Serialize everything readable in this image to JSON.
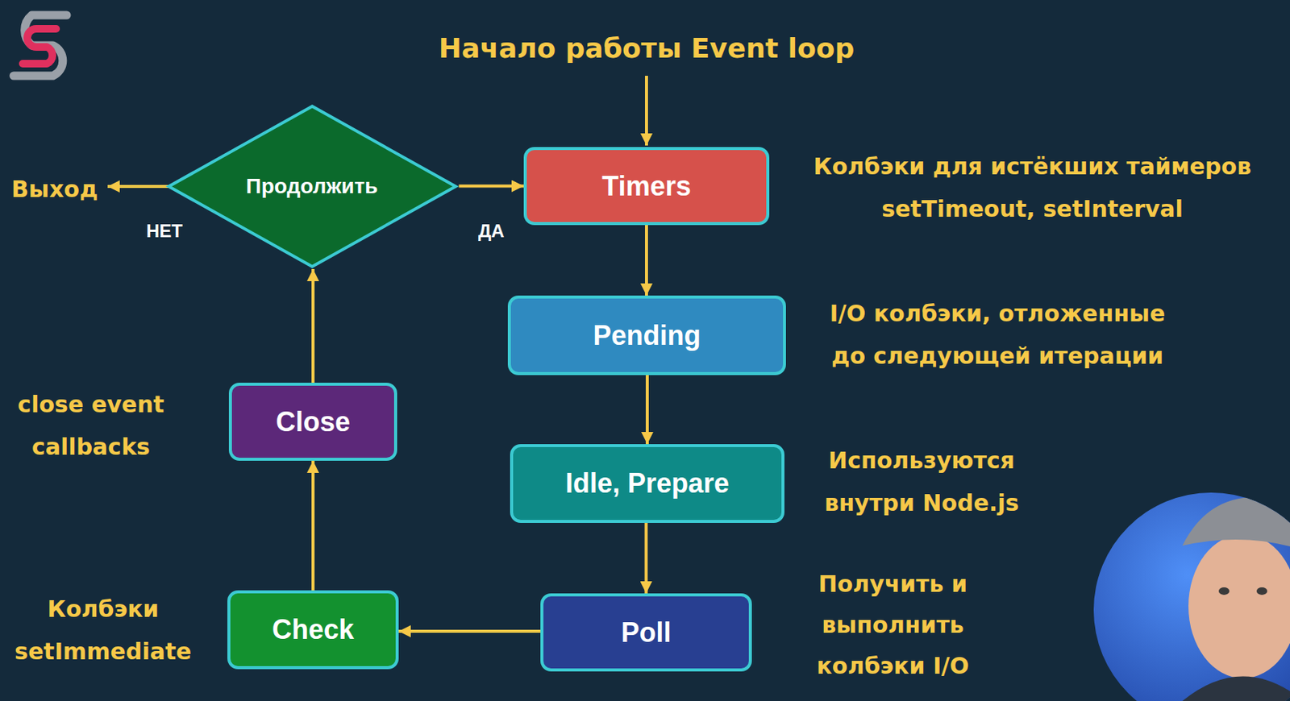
{
  "diagram": {
    "title": "Начало работы Event loop",
    "nodes": [
      {
        "text": [
          "Timers"
        ]
      },
      {
        "text": [
          "Pending"
        ]
      },
      {
        "text": [
          "Idle, Prepare"
        ]
      },
      {
        "text": [
          "Poll"
        ]
      },
      {
        "text": [
          "Check"
        ]
      },
      {
        "text": [
          "Close"
        ]
      },
      {
        "text": [
          "Продолжить"
        ]
      }
    ],
    "edges": [
      {
        "from": 0,
        "to": 1,
        "arrow": "to"
      },
      {
        "from": 1,
        "to": 2,
        "arrow": "to"
      },
      {
        "from": 2,
        "to": 3,
        "arrow": "to"
      },
      {
        "from": 3,
        "to": 4,
        "arrow": "to"
      },
      {
        "from": 4,
        "to": 5,
        "arrow": "to"
      },
      {
        "from": 5,
        "to": 6,
        "arrow": "to"
      },
      {
        "from": 6,
        "to": 0,
        "label": "ДА",
        "arrow": "to"
      }
    ],
    "labels": [
      "Колбэки для истёкших таймеров setTimeout, setInterval",
      "I/O колбэки, отложенные до следующей итерации",
      "Используются внутри Node.js",
      "Получить и выполнить колбэки I/O",
      "Колбэки setImmediate",
      "close event callbacks",
      "Выход",
      "НЕТ"
    ]
  }
}
